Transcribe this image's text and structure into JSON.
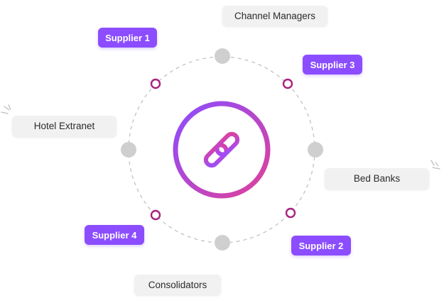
{
  "labels": {
    "channel_managers": "Channel Managers",
    "hotel_extranet": "Hotel Extranet",
    "bed_banks": "Bed Banks",
    "consolidators": "Consolidators",
    "supplier_1": "Supplier 1",
    "supplier_2": "Supplier 2",
    "supplier_3": "Supplier 3",
    "supplier_4": "Supplier 4"
  },
  "icons": {
    "center": "link-icon"
  },
  "colors": {
    "supplier_pill": "#8b4dff",
    "grey_pill": "#f1f1f2",
    "grey_dot": "#cfcfcf",
    "ring_gradient_start": "#8b4dff",
    "ring_gradient_end": "#e0409a",
    "small_ring": "#a8237e"
  }
}
